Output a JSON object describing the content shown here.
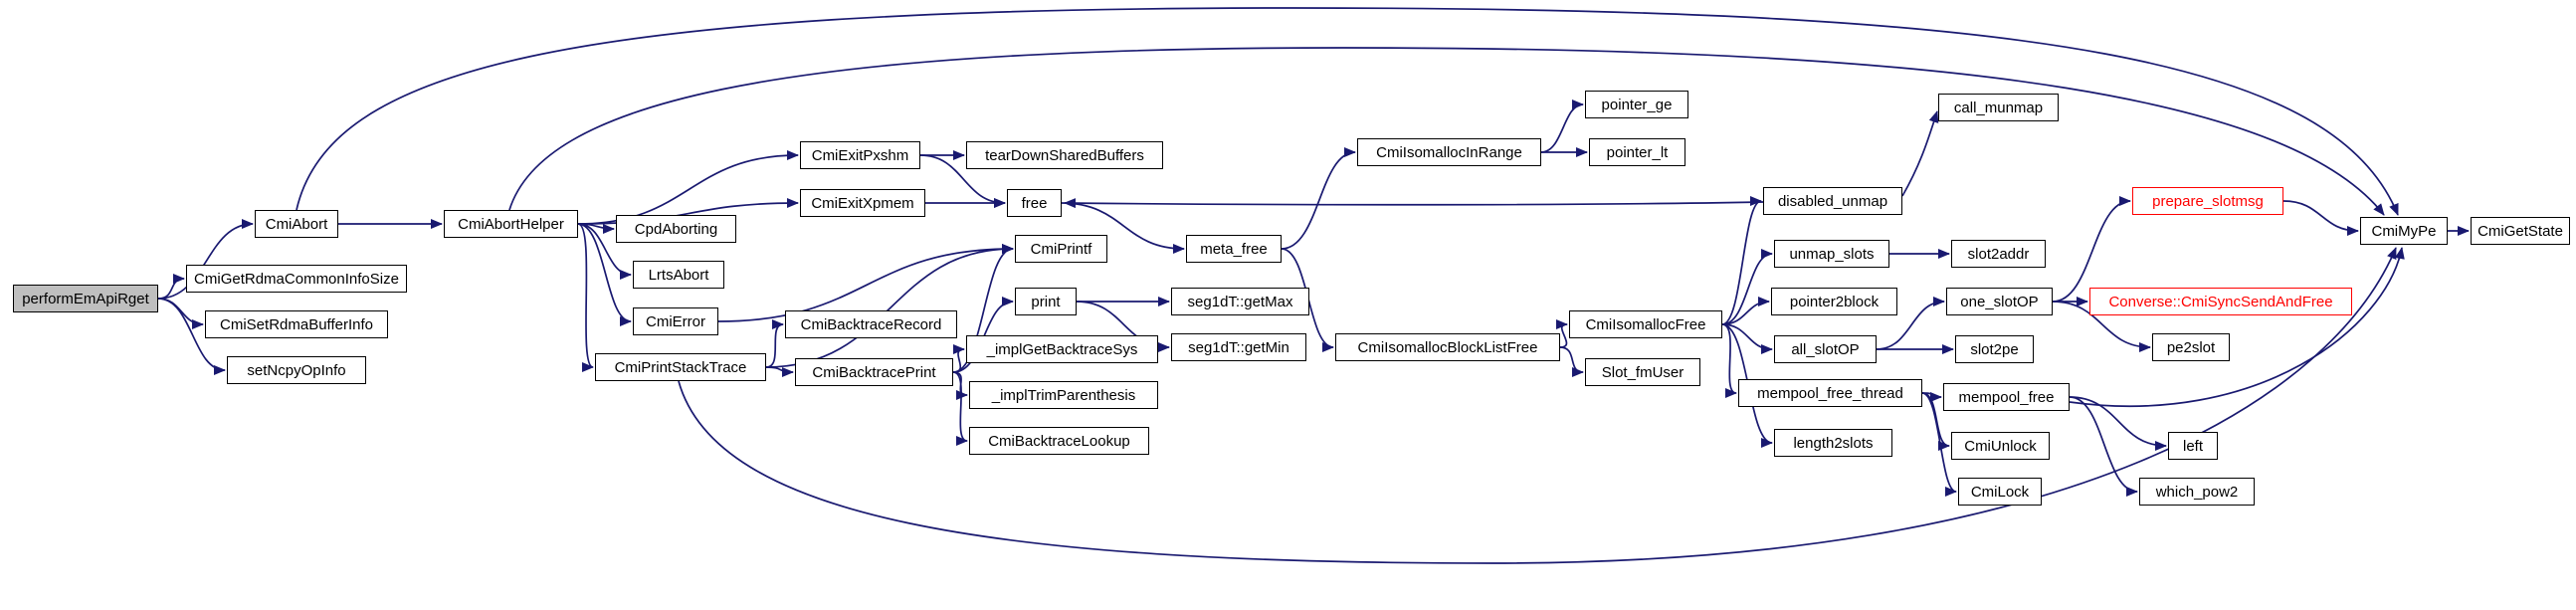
{
  "diagram": {
    "kind": "call-graph",
    "nodes": [
      {
        "id": "performEmApiRget",
        "label": "performEmApiRget",
        "style": "selected"
      },
      {
        "id": "CmiAbort",
        "label": "CmiAbort",
        "style": "normal"
      },
      {
        "id": "CmiGetRdmaCommonInfoSize",
        "label": "CmiGetRdmaCommonInfoSize",
        "style": "normal"
      },
      {
        "id": "CmiSetRdmaBufferInfo",
        "label": "CmiSetRdmaBufferInfo",
        "style": "normal"
      },
      {
        "id": "setNcpyOpInfo",
        "label": "setNcpyOpInfo",
        "style": "normal"
      },
      {
        "id": "CmiAbortHelper",
        "label": "CmiAbortHelper",
        "style": "normal"
      },
      {
        "id": "CpdAborting",
        "label": "CpdAborting",
        "style": "normal"
      },
      {
        "id": "LrtsAbort",
        "label": "LrtsAbort",
        "style": "normal"
      },
      {
        "id": "CmiError",
        "label": "CmiError",
        "style": "normal"
      },
      {
        "id": "CmiPrintStackTrace",
        "label": "CmiPrintStackTrace",
        "style": "normal"
      },
      {
        "id": "CmiExitPxshm",
        "label": "CmiExitPxshm",
        "style": "normal"
      },
      {
        "id": "tearDownSharedBuffers",
        "label": "tearDownSharedBuffers",
        "style": "normal"
      },
      {
        "id": "CmiExitXpmem",
        "label": "CmiExitXpmem",
        "style": "normal"
      },
      {
        "id": "free",
        "label": "free",
        "style": "normal"
      },
      {
        "id": "CmiPrintf",
        "label": "CmiPrintf",
        "style": "normal"
      },
      {
        "id": "print",
        "label": "print",
        "style": "normal"
      },
      {
        "id": "CmiBacktraceRecord",
        "label": "CmiBacktraceRecord",
        "style": "normal"
      },
      {
        "id": "CmiBacktracePrint",
        "label": "CmiBacktracePrint",
        "style": "normal"
      },
      {
        "id": "_implGetBacktraceSys",
        "label": "_implGetBacktraceSys",
        "style": "normal"
      },
      {
        "id": "_implTrimParenthesis",
        "label": "_implTrimParenthesis",
        "style": "normal"
      },
      {
        "id": "CmiBacktraceLookup",
        "label": "CmiBacktraceLookup",
        "style": "normal"
      },
      {
        "id": "seg1dT_getMax",
        "label": "seg1dT::getMax",
        "style": "normal"
      },
      {
        "id": "seg1dT_getMin",
        "label": "seg1dT::getMin",
        "style": "normal"
      },
      {
        "id": "meta_free",
        "label": "meta_free",
        "style": "normal"
      },
      {
        "id": "CmiIsomallocInRange",
        "label": "CmiIsomallocInRange",
        "style": "normal"
      },
      {
        "id": "pointer_ge",
        "label": "pointer_ge",
        "style": "normal"
      },
      {
        "id": "pointer_lt",
        "label": "pointer_lt",
        "style": "normal"
      },
      {
        "id": "CmiIsomallocBlockListFree",
        "label": "CmiIsomallocBlockListFree",
        "style": "normal"
      },
      {
        "id": "CmiIsomallocFree",
        "label": "CmiIsomallocFree",
        "style": "normal"
      },
      {
        "id": "Slot_fmUser",
        "label": "Slot_fmUser",
        "style": "normal"
      },
      {
        "id": "disabled_unmap",
        "label": "disabled_unmap",
        "style": "normal"
      },
      {
        "id": "call_munmap",
        "label": "call_munmap",
        "style": "normal"
      },
      {
        "id": "unmap_slots",
        "label": "unmap_slots",
        "style": "normal"
      },
      {
        "id": "slot2addr",
        "label": "slot2addr",
        "style": "normal"
      },
      {
        "id": "pointer2block",
        "label": "pointer2block",
        "style": "normal"
      },
      {
        "id": "all_slotOP",
        "label": "all_slotOP",
        "style": "normal"
      },
      {
        "id": "one_slotOP",
        "label": "one_slotOP",
        "style": "normal"
      },
      {
        "id": "slot2pe",
        "label": "slot2pe",
        "style": "normal"
      },
      {
        "id": "mempool_free_thread",
        "label": "mempool_free_thread",
        "style": "normal"
      },
      {
        "id": "length2slots",
        "label": "length2slots",
        "style": "normal"
      },
      {
        "id": "mempool_free",
        "label": "mempool_free",
        "style": "normal"
      },
      {
        "id": "CmiUnlock",
        "label": "CmiUnlock",
        "style": "normal"
      },
      {
        "id": "CmiLock",
        "label": "CmiLock",
        "style": "normal"
      },
      {
        "id": "prepare_slotmsg",
        "label": "prepare_slotmsg",
        "style": "truncated"
      },
      {
        "id": "CmiSyncSendAndFree",
        "label": "Converse::CmiSyncSendAndFree",
        "style": "truncated"
      },
      {
        "id": "pe2slot",
        "label": "pe2slot",
        "style": "normal"
      },
      {
        "id": "left",
        "label": "left",
        "style": "normal"
      },
      {
        "id": "which_pow2",
        "label": "which_pow2",
        "style": "normal"
      },
      {
        "id": "CmiMyPe",
        "label": "CmiMyPe",
        "style": "normal"
      },
      {
        "id": "CmiGetState",
        "label": "CmiGetState",
        "style": "normal"
      }
    ],
    "edges": [
      {
        "from": "performEmApiRget",
        "to": "CmiAbort"
      },
      {
        "from": "performEmApiRget",
        "to": "CmiGetRdmaCommonInfoSize"
      },
      {
        "from": "performEmApiRget",
        "to": "CmiSetRdmaBufferInfo"
      },
      {
        "from": "performEmApiRget",
        "to": "setNcpyOpInfo"
      },
      {
        "from": "CmiAbort",
        "to": "CmiAbortHelper"
      },
      {
        "from": "CmiAbort",
        "to": "CmiMyPe"
      },
      {
        "from": "CmiAbortHelper",
        "to": "CmiMyPe"
      },
      {
        "from": "CmiAbortHelper",
        "to": "CpdAborting"
      },
      {
        "from": "CmiAbortHelper",
        "to": "LrtsAbort"
      },
      {
        "from": "CmiAbortHelper",
        "to": "CmiError"
      },
      {
        "from": "CmiAbortHelper",
        "to": "CmiPrintStackTrace"
      },
      {
        "from": "CmiAbortHelper",
        "to": "CmiExitPxshm"
      },
      {
        "from": "CmiAbortHelper",
        "to": "CmiExitXpmem"
      },
      {
        "from": "CmiExitPxshm",
        "to": "tearDownSharedBuffers"
      },
      {
        "from": "CmiExitPxshm",
        "to": "free"
      },
      {
        "from": "CmiExitXpmem",
        "to": "free"
      },
      {
        "from": "CmiError",
        "to": "CmiPrintf"
      },
      {
        "from": "CmiPrintStackTrace",
        "to": "CmiPrintf"
      },
      {
        "from": "CmiPrintStackTrace",
        "to": "CmiBacktraceRecord"
      },
      {
        "from": "CmiPrintStackTrace",
        "to": "CmiBacktracePrint"
      },
      {
        "from": "CmiPrintStackTrace",
        "to": "CmiMyPe"
      },
      {
        "from": "CmiBacktracePrint",
        "to": "print"
      },
      {
        "from": "CmiBacktracePrint",
        "to": "CmiPrintf"
      },
      {
        "from": "CmiBacktracePrint",
        "to": "_implGetBacktraceSys"
      },
      {
        "from": "CmiBacktracePrint",
        "to": "_implTrimParenthesis"
      },
      {
        "from": "CmiBacktracePrint",
        "to": "CmiBacktraceLookup"
      },
      {
        "from": "print",
        "to": "seg1dT_getMax"
      },
      {
        "from": "print",
        "to": "seg1dT_getMin"
      },
      {
        "from": "free",
        "to": "meta_free"
      },
      {
        "from": "meta_free",
        "to": "CmiIsomallocInRange"
      },
      {
        "from": "meta_free",
        "to": "CmiIsomallocBlockListFree"
      },
      {
        "from": "CmiIsomallocInRange",
        "to": "pointer_ge"
      },
      {
        "from": "CmiIsomallocInRange",
        "to": "pointer_lt"
      },
      {
        "from": "CmiIsomallocBlockListFree",
        "to": "CmiIsomallocFree"
      },
      {
        "from": "CmiIsomallocBlockListFree",
        "to": "Slot_fmUser"
      },
      {
        "from": "CmiIsomallocFree",
        "to": "disabled_unmap"
      },
      {
        "from": "CmiIsomallocFree",
        "to": "unmap_slots"
      },
      {
        "from": "CmiIsomallocFree",
        "to": "pointer2block"
      },
      {
        "from": "CmiIsomallocFree",
        "to": "all_slotOP"
      },
      {
        "from": "CmiIsomallocFree",
        "to": "mempool_free_thread"
      },
      {
        "from": "CmiIsomallocFree",
        "to": "length2slots"
      },
      {
        "from": "disabled_unmap",
        "to": "call_munmap"
      },
      {
        "from": "disabled_unmap",
        "to": "free"
      },
      {
        "from": "unmap_slots",
        "to": "slot2addr"
      },
      {
        "from": "all_slotOP",
        "to": "one_slotOP"
      },
      {
        "from": "all_slotOP",
        "to": "slot2pe"
      },
      {
        "from": "one_slotOP",
        "to": "prepare_slotmsg"
      },
      {
        "from": "one_slotOP",
        "to": "CmiSyncSendAndFree"
      },
      {
        "from": "one_slotOP",
        "to": "pe2slot"
      },
      {
        "from": "prepare_slotmsg",
        "to": "CmiMyPe"
      },
      {
        "from": "mempool_free_thread",
        "to": "mempool_free"
      },
      {
        "from": "mempool_free_thread",
        "to": "CmiUnlock"
      },
      {
        "from": "mempool_free_thread",
        "to": "CmiLock"
      },
      {
        "from": "mempool_free",
        "to": "left"
      },
      {
        "from": "mempool_free",
        "to": "which_pow2"
      },
      {
        "from": "mempool_free",
        "to": "CmiMyPe"
      },
      {
        "from": "CmiMyPe",
        "to": "CmiGetState"
      }
    ]
  },
  "colors": {
    "background": "#ffffff",
    "edge": "#191970",
    "node_border": "#000000",
    "node_fill": "#ffffff",
    "selected_fill": "#bfbfbf",
    "truncated": "#ff0000"
  }
}
